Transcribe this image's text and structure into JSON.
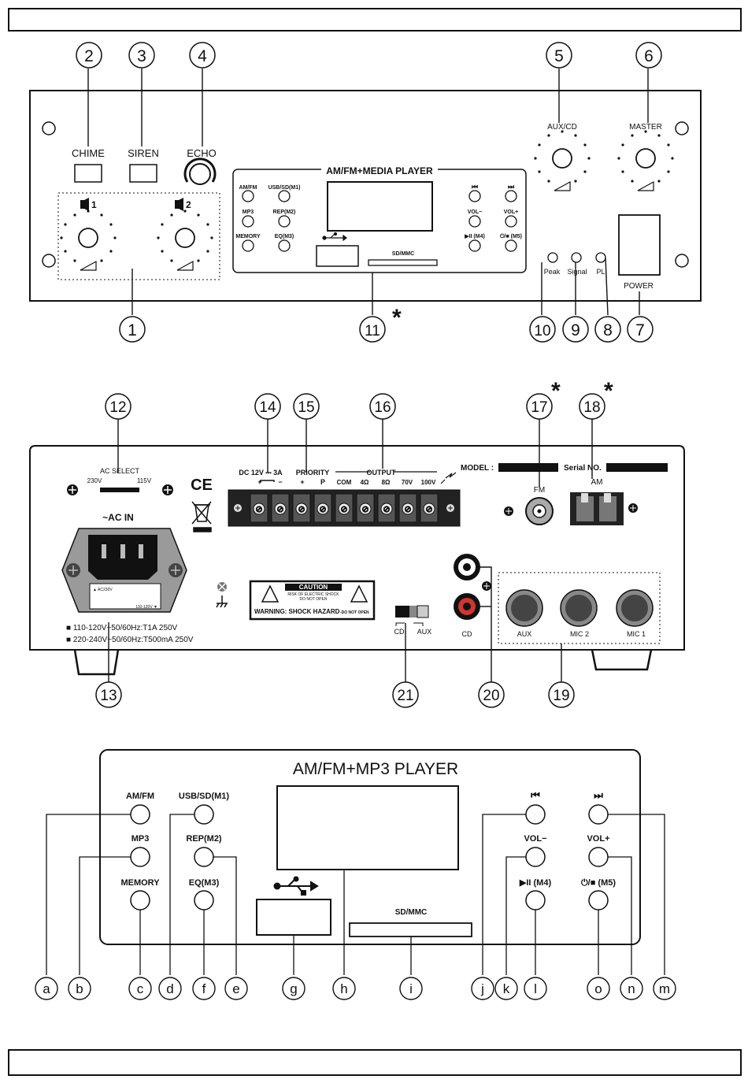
{
  "front": {
    "labels": {
      "chime": "CHIME",
      "siren": "SIREN",
      "echo": "ECHO",
      "aux_cd": "AUX/CD",
      "master": "MASTER",
      "mic1": "1",
      "mic2": "2",
      "player_title": "AM/FM+MEDIA PLAYER",
      "am_fm": "AM/FM",
      "usb_sd": "USB/SD(M1)",
      "mp3": "MP3",
      "rep": "REP(M2)",
      "memory": "MEMORY",
      "eq": "EQ(M3)",
      "prev": "⏮",
      "next": "⏭",
      "vol_minus": "VOL−",
      "vol_plus": "VOL+",
      "play_pause": "▶II (M4)",
      "power_stop": "⏻/■ (M5)",
      "sd_mmc": "SD/MMC",
      "peak": "Peak",
      "signal": "Signal",
      "pl": "PL",
      "power": "POWER"
    },
    "callouts": [
      "1",
      "2",
      "3",
      "4",
      "5",
      "6",
      "7",
      "8",
      "9",
      "10",
      "11"
    ],
    "asterisk": "*"
  },
  "rear": {
    "labels": {
      "ac_select": "AC SELECT",
      "v230": "230V",
      "v115": "115V",
      "ce": "CE",
      "ac_in": "~AC IN",
      "dc": "DC 12V ⎓ 3A",
      "priority": "PRIORITY",
      "output": "OUTPUT",
      "plus": "+",
      "minus": "−",
      "p": "P",
      "com": "COM",
      "ohm4": "4Ω",
      "ohm8": "8Ω",
      "v70": "70V",
      "v100": "100V",
      "model": "MODEL :",
      "serial": "Serial NO.",
      "fm": "FM",
      "am": "AM",
      "caution": "CAUTION",
      "caution_sub1": "RISK OF ELECTRIC SHOCK",
      "caution_sub2": "DO NOT OPEN",
      "warning": "WARNING: SHOCK HAZARD",
      "warning_tail": "-DO NOT OPEN",
      "cd": "CD",
      "aux": "AUX",
      "mic2": "MIC 2",
      "mic1": "MIC 1",
      "fuse1": "■ 110-120V~50/60Hz:T1A  250V",
      "fuse2": "■ 220-240V~50/60Hz:T500mA  250V",
      "fuse_small1": "▲ AC230V",
      "fuse_small2": "110-120V ▼"
    },
    "callouts": [
      "12",
      "13",
      "14",
      "15",
      "16",
      "17",
      "18",
      "19",
      "20",
      "21"
    ],
    "asterisk": "*"
  },
  "player": {
    "labels": {
      "title": "AM/FM+MP3 PLAYER",
      "am_fm": "AM/FM",
      "usb_sd": "USB/SD(M1)",
      "mp3": "MP3",
      "rep": "REP(M2)",
      "memory": "MEMORY",
      "eq": "EQ(M3)",
      "prev": "⏮",
      "next": "⏭",
      "vol_minus": "VOL−",
      "vol_plus": "VOL+",
      "play_pause": "▶II (M4)",
      "power_stop": "⏻/■ (M5)",
      "sd_mmc": "SD/MMC"
    },
    "callouts": [
      "a",
      "b",
      "c",
      "d",
      "f",
      "e",
      "g",
      "h",
      "i",
      "j",
      "k",
      "l",
      "o",
      "n",
      "m"
    ]
  }
}
